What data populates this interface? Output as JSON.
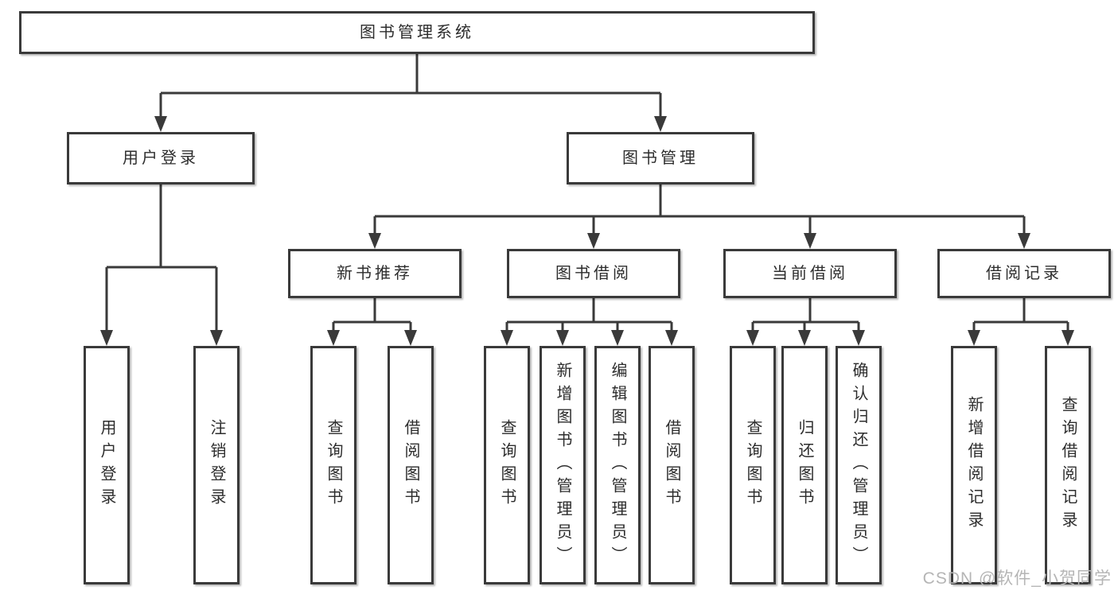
{
  "palette": {
    "background": "#ffffff",
    "box_fill": "#ffffff",
    "box_border": "#3a3a3a",
    "line": "#3a3a3a",
    "text": "#2d2d2d",
    "watermark": "#b5b5b5"
  },
  "diagram": {
    "root": {
      "label": "图书管理系统"
    },
    "branches": [
      {
        "label": "用户登录",
        "children": [
          {
            "label": "用户登录"
          },
          {
            "label": "注销登录"
          }
        ]
      },
      {
        "label": "图书管理",
        "children": [
          {
            "label": "新书推荐",
            "children": [
              {
                "label": "查询图书"
              },
              {
                "label": "借阅图书"
              }
            ]
          },
          {
            "label": "图书借阅",
            "children": [
              {
                "label": "查询图书"
              },
              {
                "label": "新增图书（管理员）"
              },
              {
                "label": "编辑图书（管理员）"
              },
              {
                "label": "借阅图书"
              }
            ]
          },
          {
            "label": "当前借阅",
            "children": [
              {
                "label": "查询图书"
              },
              {
                "label": "归还图书"
              },
              {
                "label": "确认归还（管理员）"
              }
            ]
          },
          {
            "label": "借阅记录",
            "children": [
              {
                "label": "新增借阅记录"
              },
              {
                "label": "查询借阅记录"
              }
            ]
          }
        ]
      }
    ]
  },
  "watermark": {
    "text": "CSDN @软件_小贺同学"
  }
}
